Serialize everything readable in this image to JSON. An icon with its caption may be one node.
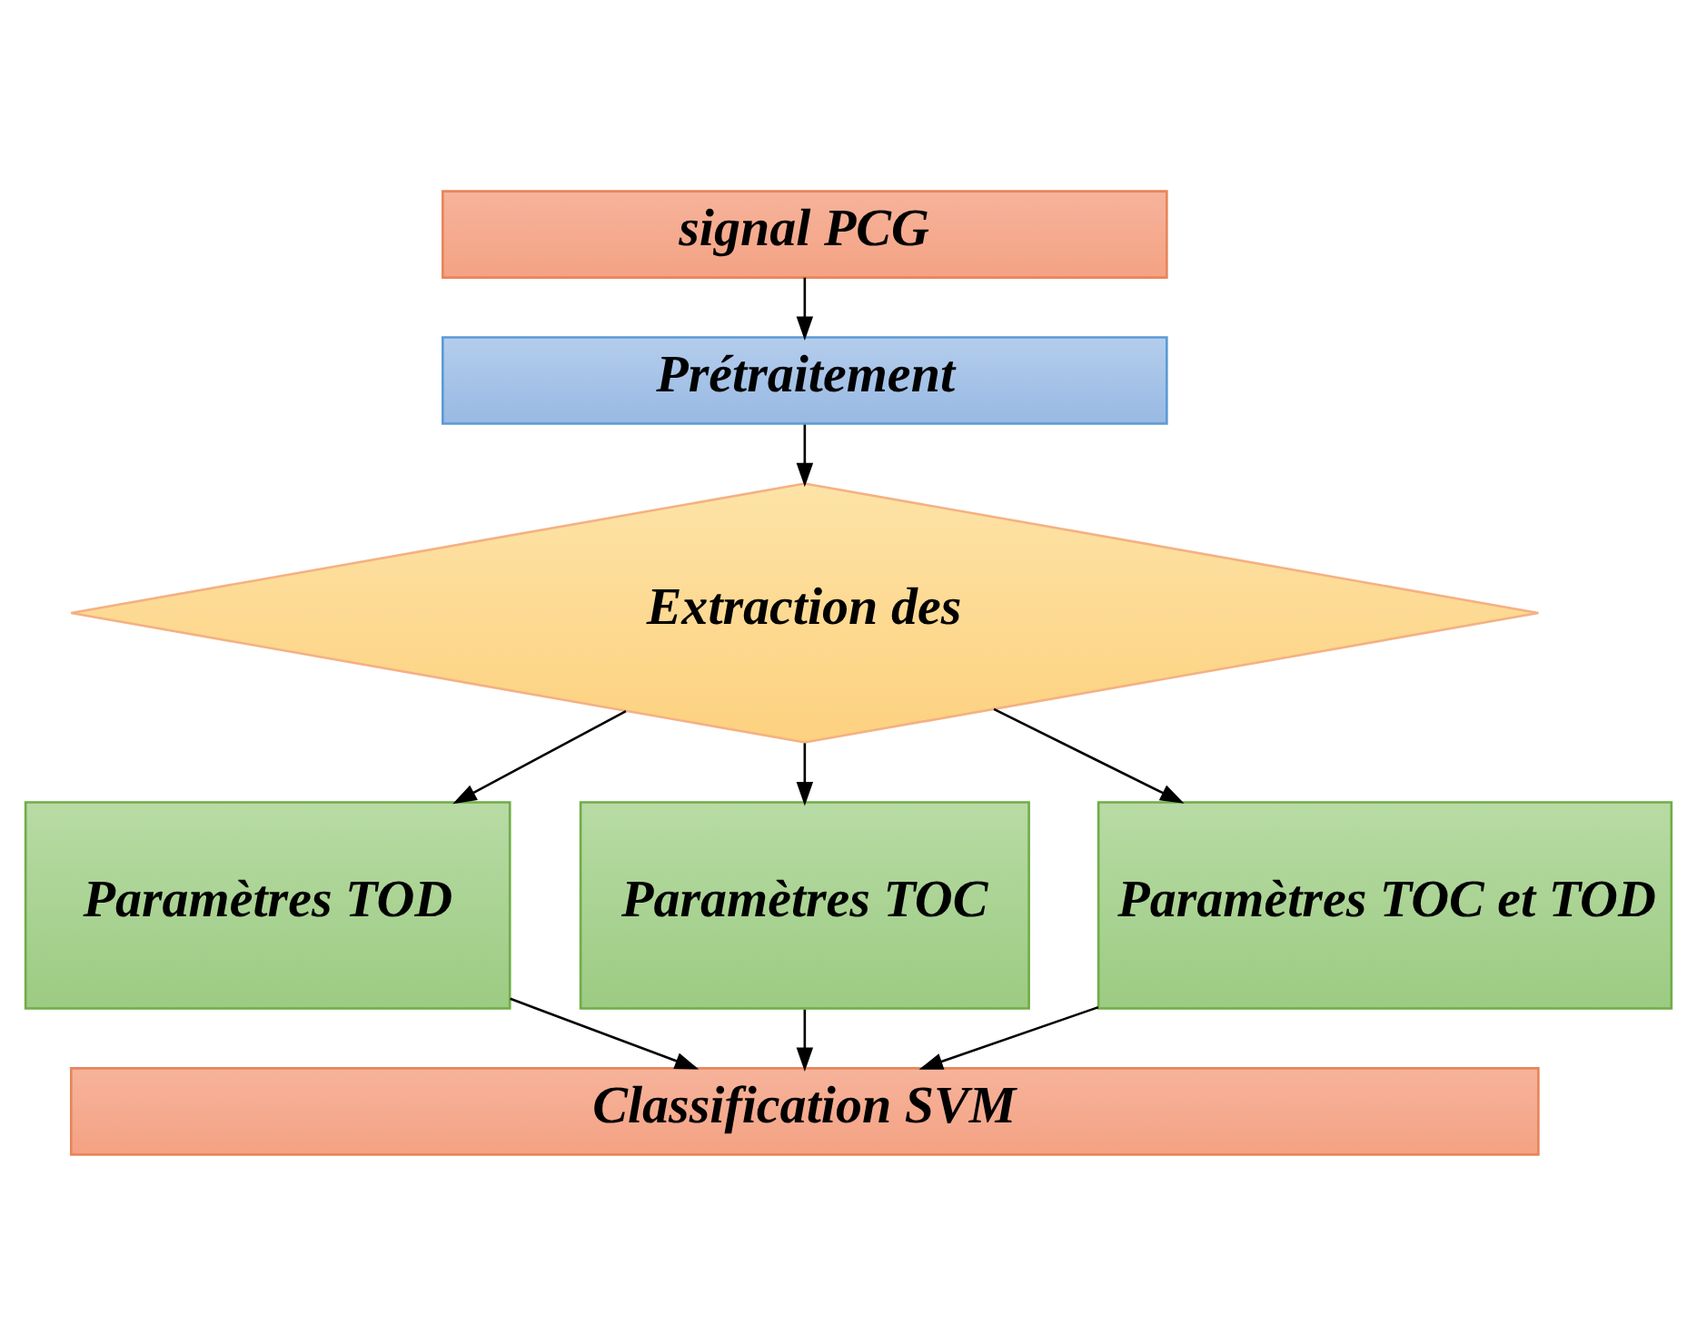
{
  "diagram": {
    "nodes": [
      {
        "text": [
          "signal PCG"
        ]
      },
      {
        "text": [
          "Prétraitement"
        ]
      },
      {
        "text": [
          "Extraction des"
        ]
      },
      {
        "text": [
          "Paramètres TOD"
        ]
      },
      {
        "text": [
          "Paramètres TOC"
        ]
      },
      {
        "text": [
          "Paramètres TOC et TOD"
        ]
      },
      {
        "text": [
          "Classification SVM"
        ]
      }
    ],
    "edges": [
      {
        "from": 0,
        "to": 1,
        "arrow": "to"
      },
      {
        "from": 1,
        "to": 2,
        "arrow": "to"
      },
      {
        "from": 2,
        "to": 3,
        "arrow": "to"
      },
      {
        "from": 2,
        "to": 4,
        "arrow": "to"
      },
      {
        "from": 2,
        "to": 5,
        "arrow": "to"
      },
      {
        "from": 3,
        "to": 6,
        "arrow": "to"
      },
      {
        "from": 4,
        "to": 6,
        "arrow": "to"
      },
      {
        "from": 5,
        "to": 6,
        "arrow": "to"
      }
    ]
  }
}
